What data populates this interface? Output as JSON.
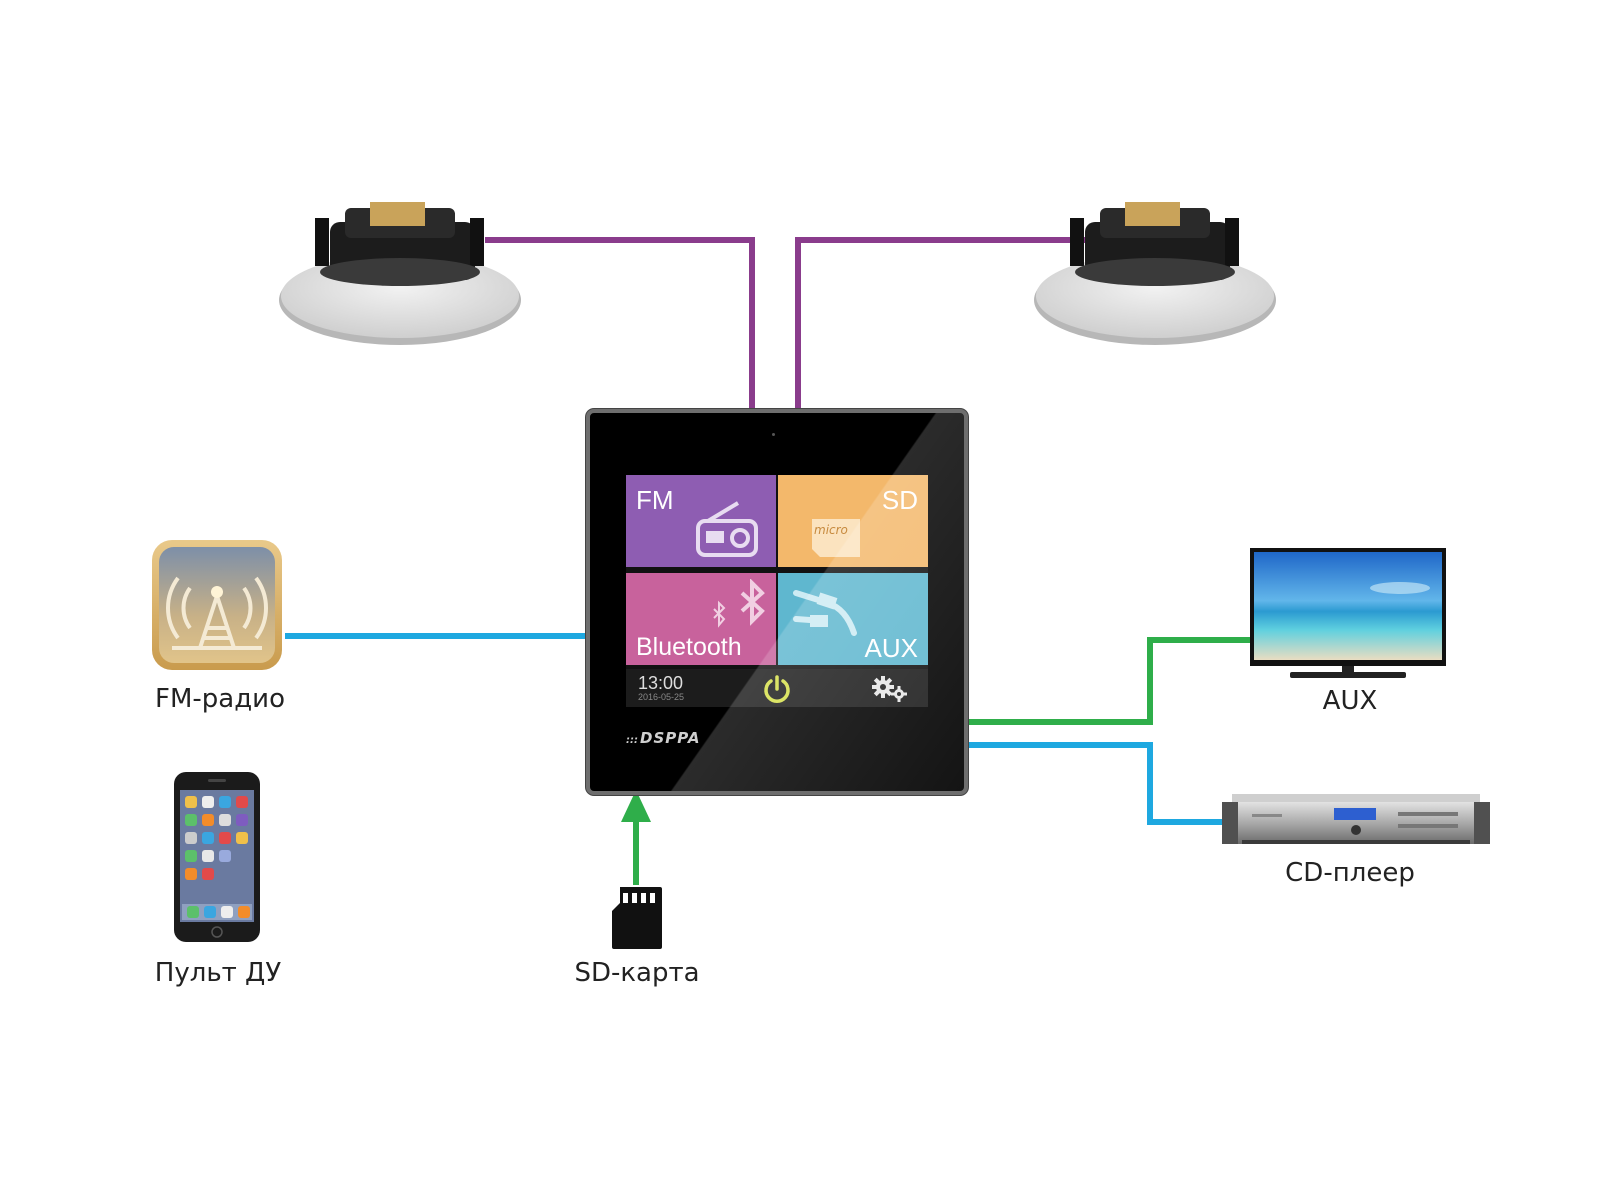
{
  "panel": {
    "tiles": {
      "fm": "FM",
      "sd": "SD",
      "bluetooth": "Bluetooth",
      "aux": "AUX"
    },
    "sd_card_text": "micro",
    "status": {
      "time": "13:00",
      "date": "2016-05-25"
    },
    "brand": "DSPPA",
    "colors": {
      "fm": "#8e5db2",
      "sd": "#f3b86b",
      "bluetooth": "#c8629c",
      "aux": "#5fb7cf",
      "power": "#d6e04a"
    }
  },
  "labels": {
    "fm_radio": "FM-радио",
    "remote": "Пульт ДУ",
    "sd_card": "SD-карта",
    "aux": "AUX",
    "cd_player": "CD-плеер"
  },
  "wire_colors": {
    "speaker": "#8a3c8c",
    "audio_in_blue": "#1ea8e0",
    "audio_in_green": "#2fae4a",
    "sd_arrow": "#2fae4a"
  },
  "icons": {
    "speakers": "ceiling-speaker-icon",
    "fm_radio": "radio-tower-app-icon",
    "remote": "smartphone-icon",
    "sd_card": "sd-card-icon",
    "tv": "tv-icon",
    "cd_player": "cd-player-rack-icon",
    "power": "power-icon",
    "settings": "gear-icon"
  }
}
